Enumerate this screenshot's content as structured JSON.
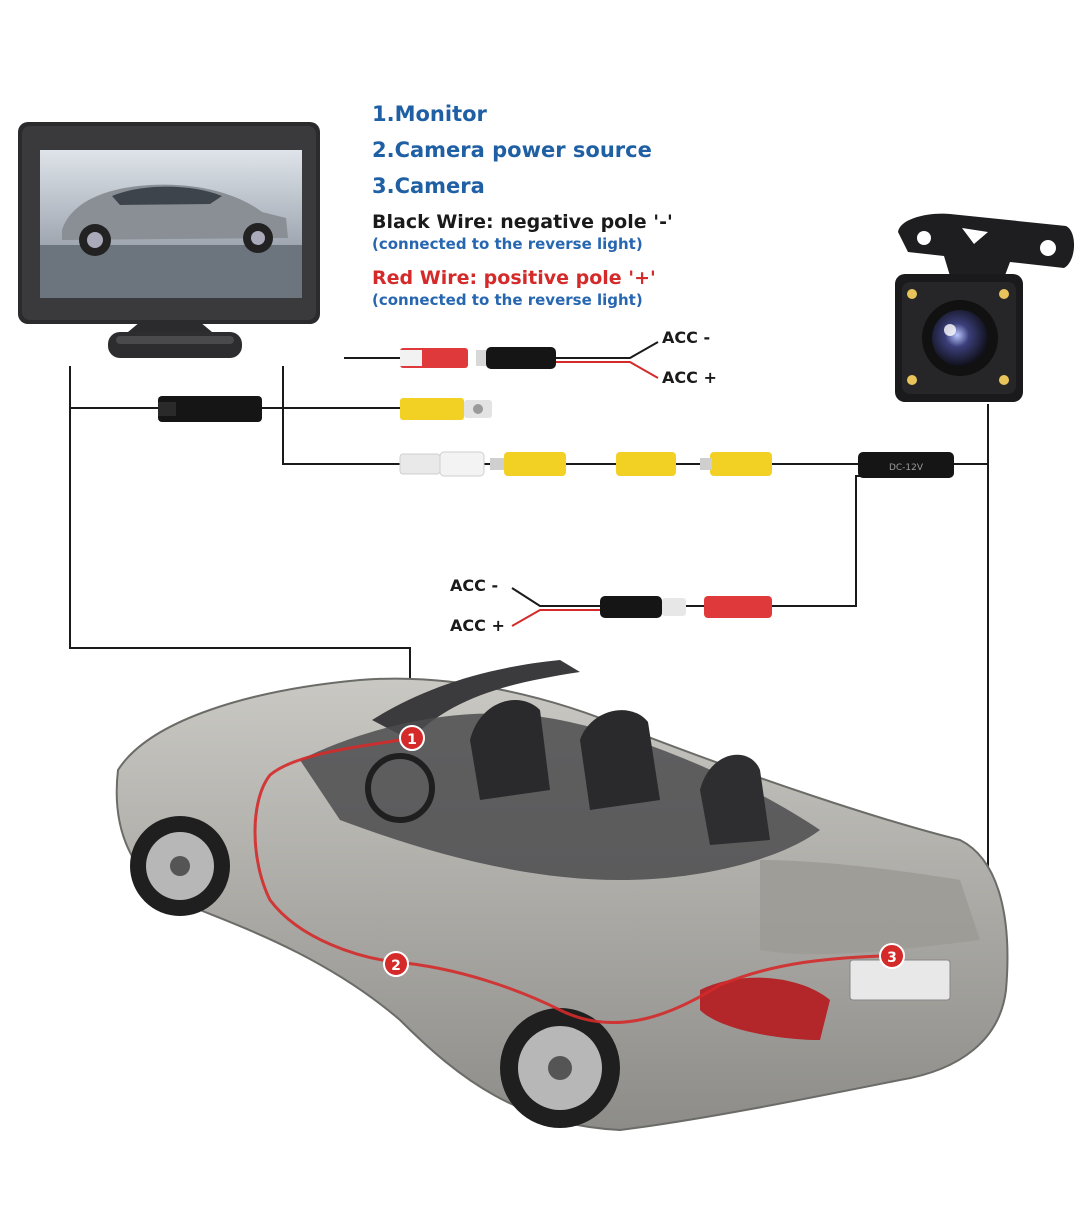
{
  "legend": {
    "items": [
      "1.Monitor",
      "2.Camera power source",
      "3.Camera"
    ],
    "black_wire": {
      "title": "Black Wire: negative pole '-'",
      "note": "(connected to the reverse light)"
    },
    "red_wire": {
      "title": "Red Wire: positive pole '+'",
      "note": "(connected to the reverse light)"
    }
  },
  "power_top": {
    "minus": "ACC -",
    "plus": "ACC +"
  },
  "power_bottom": {
    "minus": "ACC -",
    "plus": "ACC +"
  },
  "converter_label": "DC-12V",
  "markers": [
    "1",
    "2",
    "3"
  ],
  "colors": {
    "legend_blue": "#1f5fa3",
    "red_wire": "#d42a2a",
    "rca_yellow": "#f2d024",
    "rca_red": "#e0393b",
    "rca_white": "#e9e9e9",
    "wire": "#1a1a1a"
  }
}
